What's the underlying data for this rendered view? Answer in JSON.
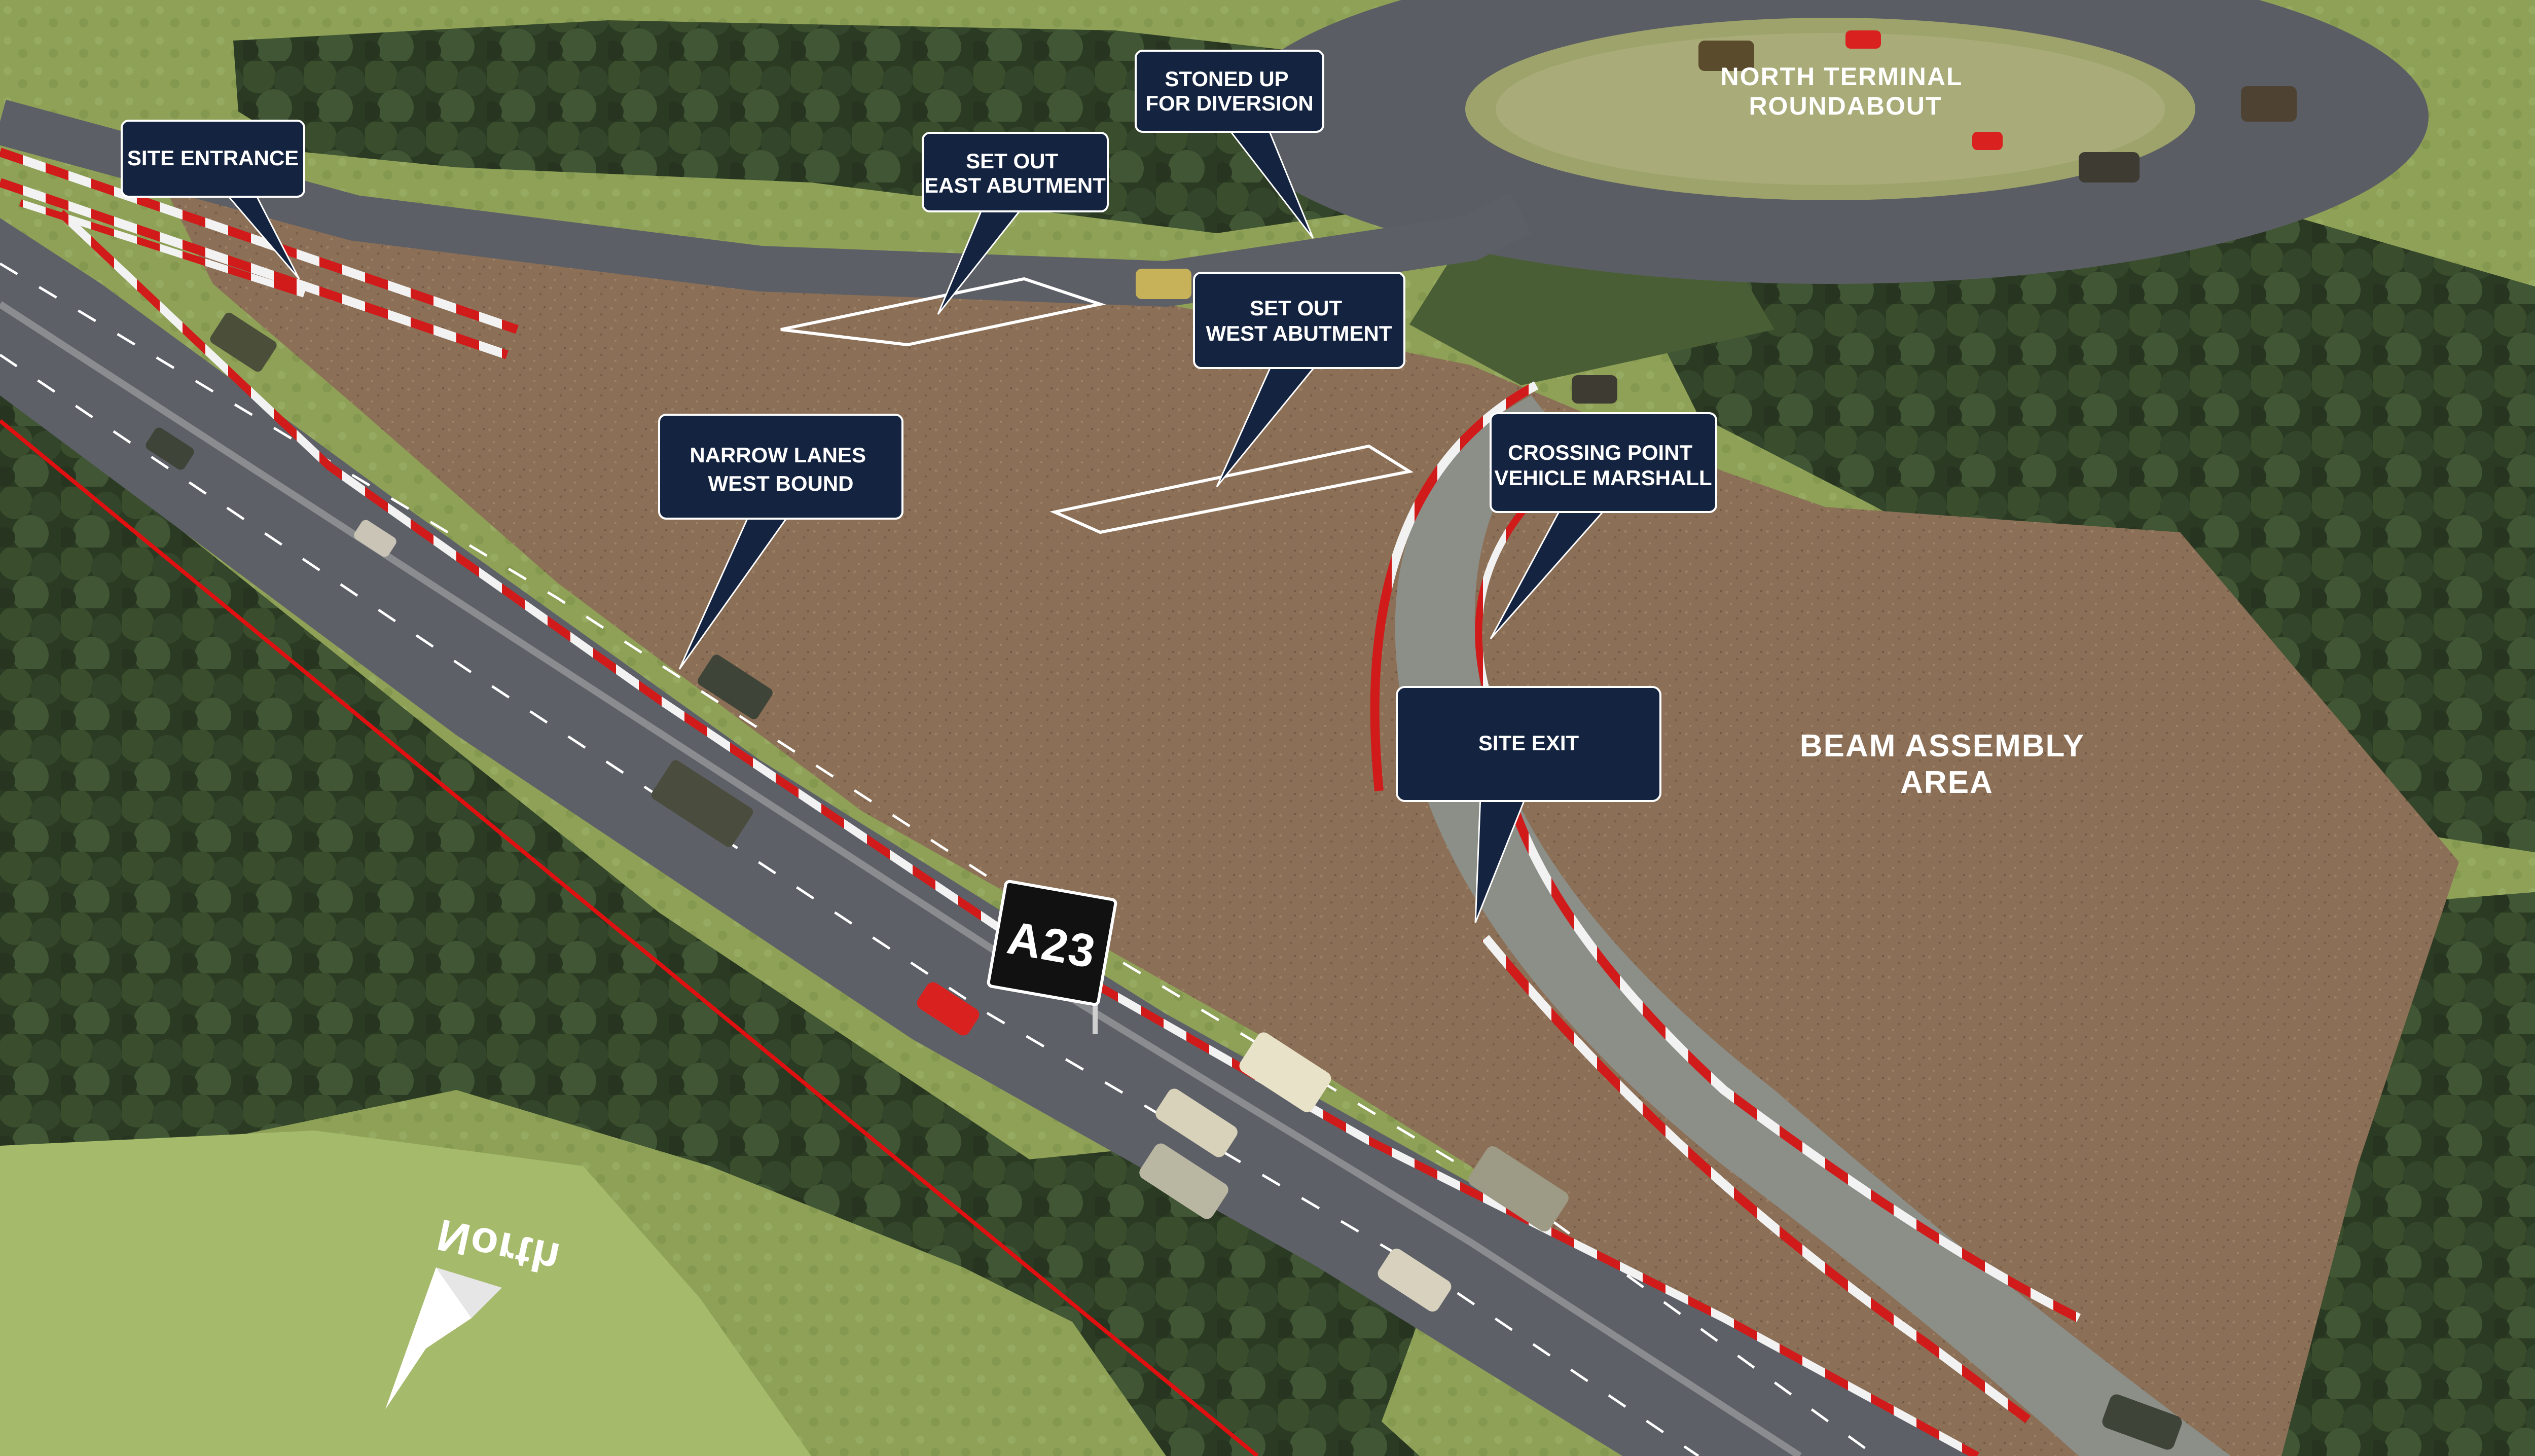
{
  "map": {
    "road_sign": "A23",
    "area_labels": {
      "roundabout": [
        "NORTH TERMINAL",
        "ROUNDABOUT"
      ],
      "beam_assembly": [
        "BEAM ASSEMBLY",
        "AREA"
      ]
    },
    "ground_text": "North",
    "callouts": {
      "site_entrance": [
        "SITE ENTRANCE"
      ],
      "east_abutment": [
        "SET OUT",
        "EAST ABUTMENT"
      ],
      "diversion": [
        "STONED UP",
        "FOR DIVERSION"
      ],
      "west_abutment": [
        "SET OUT",
        "WEST ABUTMENT"
      ],
      "narrow_lanes": [
        "NARROW LANES",
        "WEST BOUND"
      ],
      "crossing_point": [
        "CROSSING POINT",
        "VEHICLE MARSHALL"
      ],
      "site_exit": [
        "SITE EXIT"
      ]
    },
    "colors": {
      "callout_fill": "#14233f",
      "barrier_red": "#d11a1a",
      "barrier_white": "#f2f2f2",
      "site_gravel": "#8a6e55",
      "road": "#5d5f66",
      "tree": "#2f3f24",
      "grass": "#8fa45a",
      "boundary_line": "#e01010"
    }
  }
}
